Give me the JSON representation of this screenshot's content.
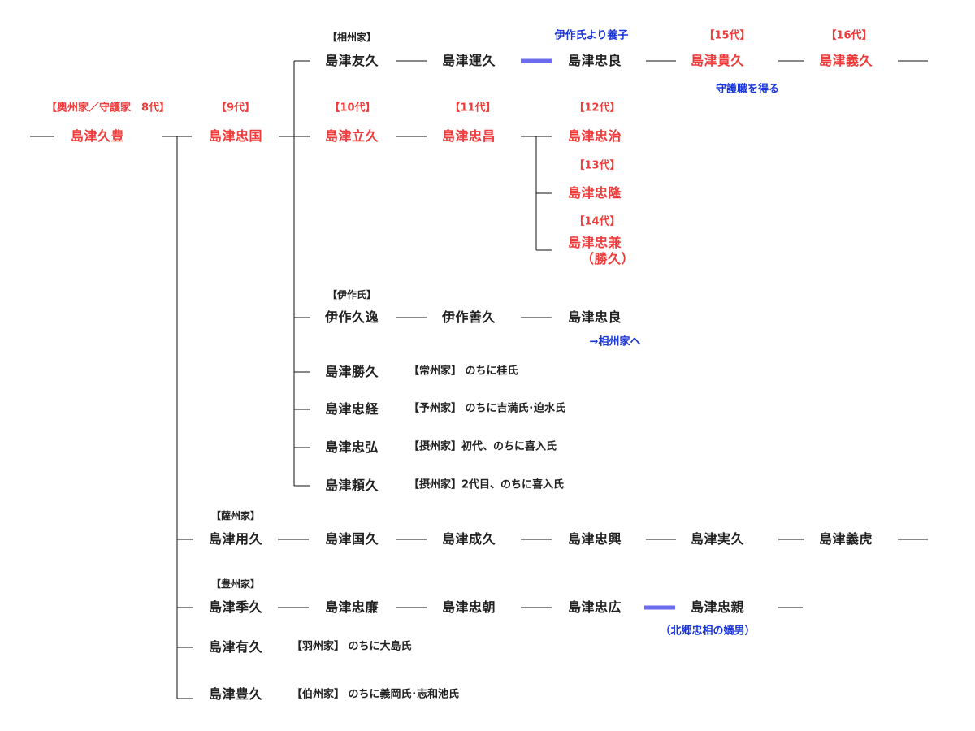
{
  "colors": {
    "highlight": "#ee3b3b",
    "note_blue": "#1a36d6",
    "adoption_bar": "#6b6bee",
    "line": "#111111"
  },
  "labels": {
    "root_gen": "【奥州家／守護家　8代】",
    "gen9": "【9代】",
    "gen10": "【10代】",
    "gen11": "【11代】",
    "gen12": "【12代】",
    "gen13": "【13代】",
    "gen14": "【14代】",
    "gen15": "【15代】",
    "gen16": "【16代】",
    "soshu": "【相州家】",
    "isaku": "【伊作氏】",
    "sasshu": "【薩州家】",
    "bushu": "【豊州家】",
    "adopted_from_isaku": "伊作氏より養子",
    "shugo_title": "守護職を得る",
    "to_soshu": "→相州家へ",
    "hokugo_son": "（北郷忠相の嫡男）"
  },
  "people": {
    "hisatoyo": "島津久豊",
    "tadakuni": "島津忠国",
    "tomohisa": "島津友久",
    "unkyu": "島津運久",
    "tadayoshi_soshu": "島津忠良",
    "takahisa": "島津貴久",
    "yoshihisa": "島津義久",
    "tatsuhisa": "島津立久",
    "tadamasa": "島津忠昌",
    "tadaharu": "島津忠治",
    "tadataka": "島津忠隆",
    "tadakane": "島津忠兼",
    "katsuhisa_alias": "（勝久）",
    "hisatoshi": "伊作久逸",
    "yoshihisa_isaku": "伊作善久",
    "tadayoshi_isaku": "島津忠良",
    "katsuhisa": "島津勝久",
    "tadatsune": "島津忠経",
    "tadahiro": "島津忠弘",
    "yorihisa": "島津頼久",
    "mochihisa": "島津用久",
    "kunihisa": "島津国久",
    "shigehisa": "島津成久",
    "tadaoki": "島津忠興",
    "sanehisa": "島津実久",
    "yoshitora": "島津義虎",
    "suehisa": "島津季久",
    "tadakado": "島津忠廉",
    "tadatomo": "島津忠朝",
    "tadahiro_bushu": "島津忠広",
    "tadachika": "島津忠親",
    "arihisa": "島津有久",
    "toyohisa": "島津豊久"
  },
  "notes": {
    "katsuhisa": "【常州家】 のちに桂氏",
    "tadatsune": "【予州家】 のちに吉満氏･迫水氏",
    "tadahiro": "【摂州家】初代、のちに喜入氏",
    "yorihisa": "【摂州家】2代目、のちに喜入氏",
    "arihisa": "【羽州家】 のちに大島氏",
    "toyohisa": "【伯州家】 のちに義岡氏･志和池氏"
  }
}
